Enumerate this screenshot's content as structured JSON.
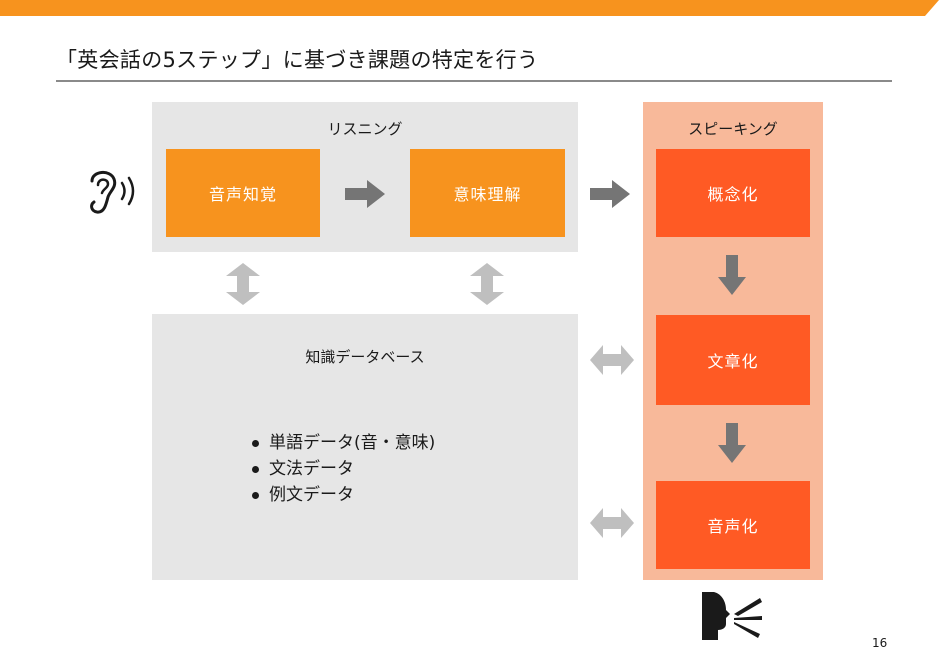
{
  "slide": {
    "title": "「英会話の5ステップ」に基づき課題の特定を行う",
    "page_number": "16"
  },
  "colors": {
    "accent_orange": "#f7931e",
    "speaking_red": "#ff5a24",
    "speaking_panel": "#f8b99a",
    "panel_gray": "#e6e6e6",
    "arrow_gray": "#757575",
    "double_arrow_gray": "#bfbfbf"
  },
  "listening": {
    "label": "リスニング",
    "icon": "ear-icon",
    "steps": [
      "音声知覚",
      "意味理解"
    ]
  },
  "speaking": {
    "label": "スピーキング",
    "icon": "speaking-person-icon",
    "steps": [
      "概念化",
      "文章化",
      "音声化"
    ]
  },
  "knowledge_base": {
    "label": "知識データベース",
    "items": [
      "単語データ(音・意味)",
      "文法データ",
      "例文データ"
    ]
  }
}
